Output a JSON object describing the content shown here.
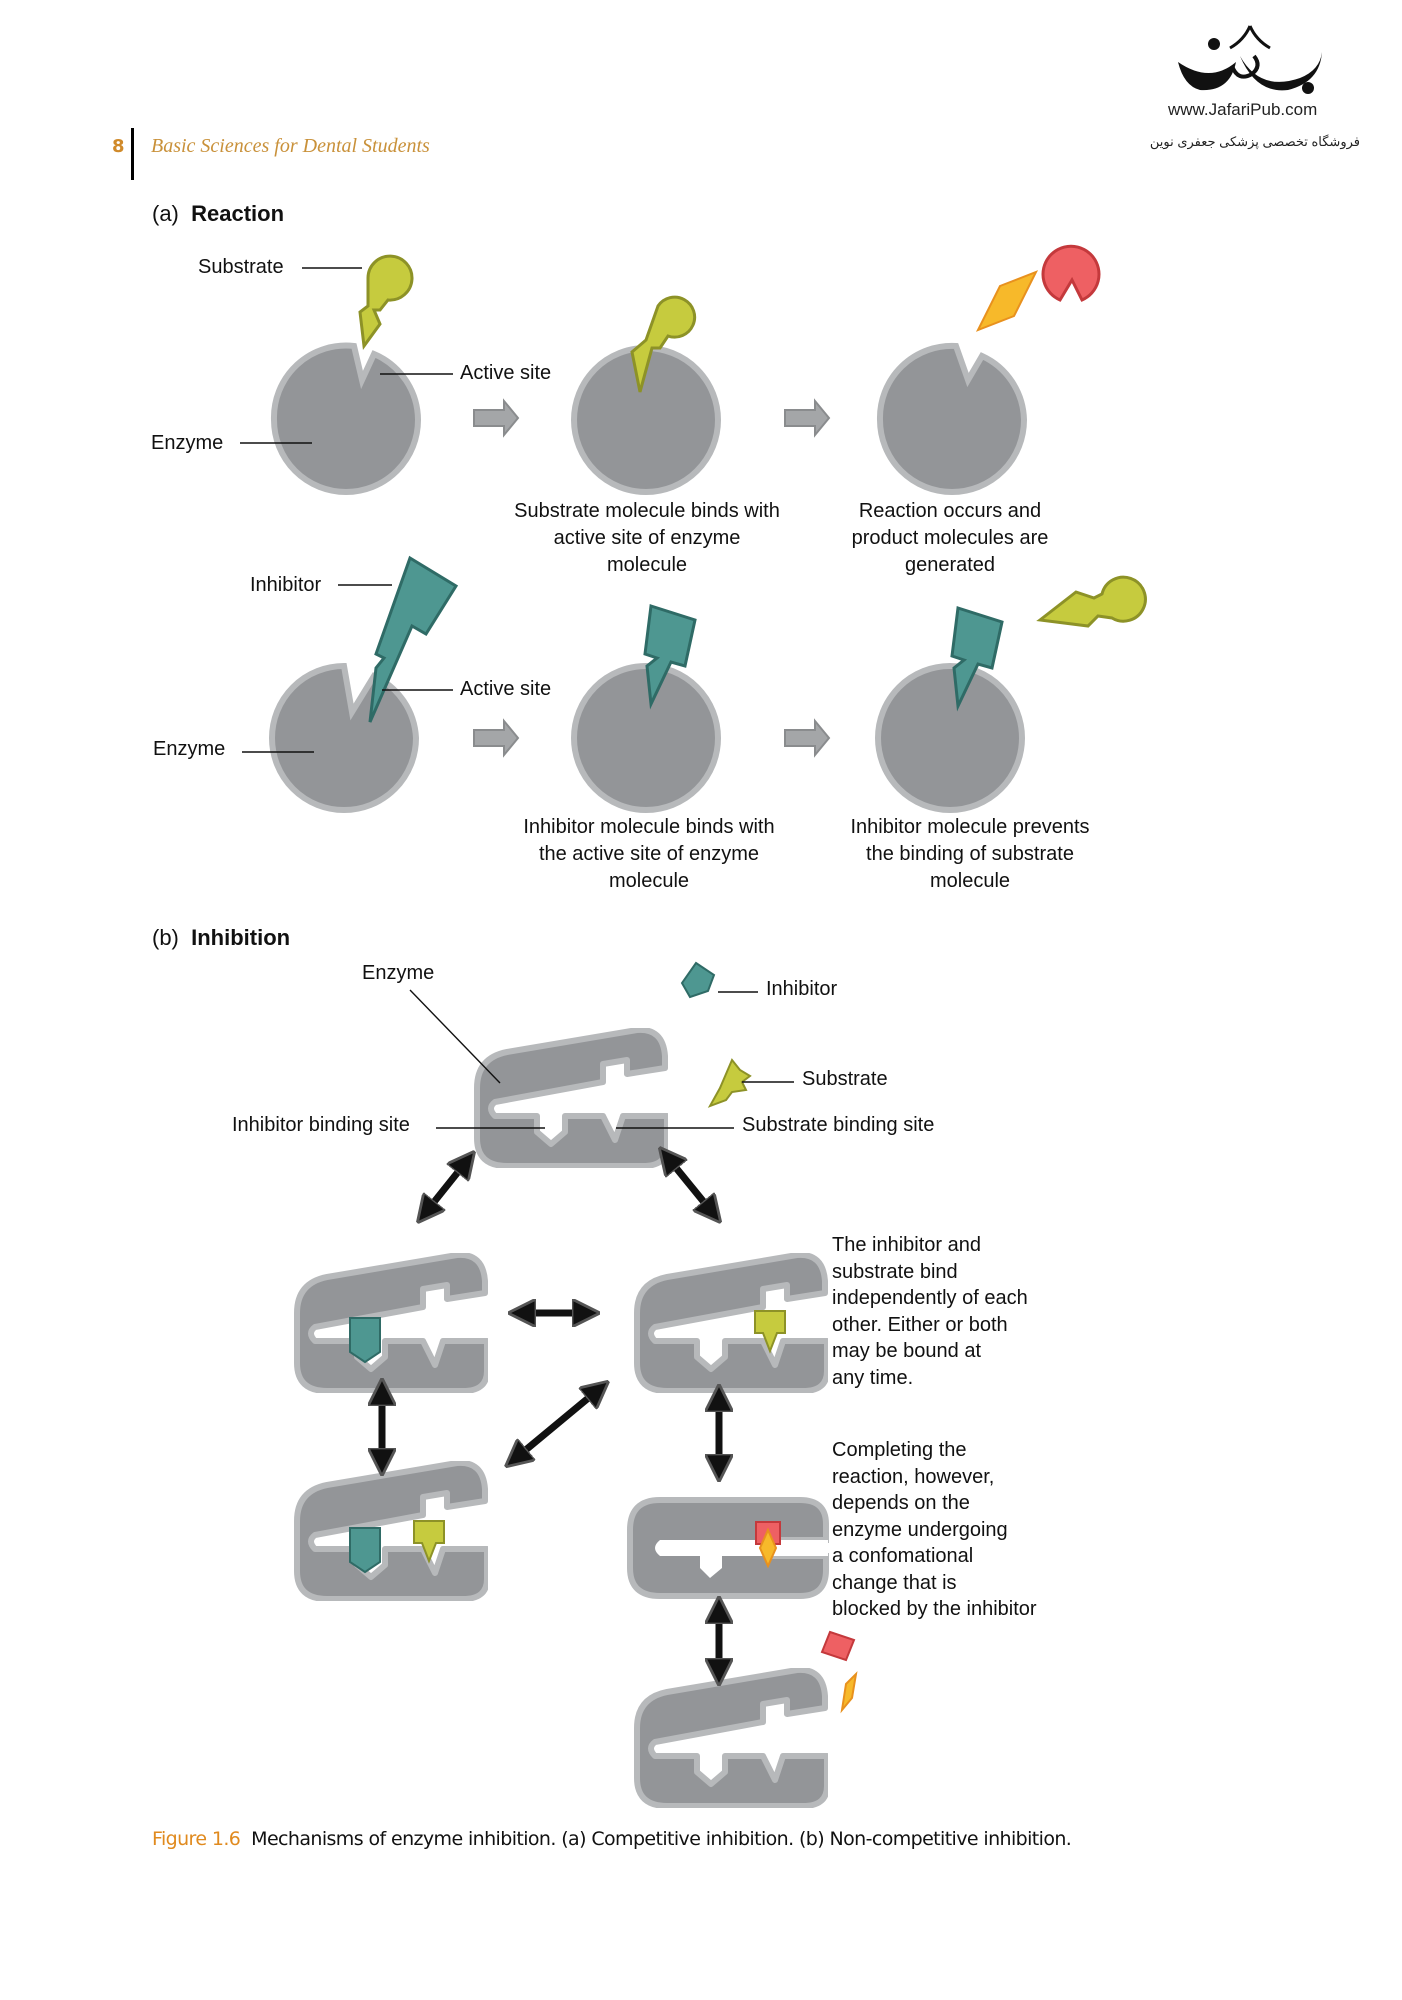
{
  "header": {
    "page_number": "8",
    "book_title": "Basic Sciences for Dental Students",
    "logo": {
      "icon": "jafaripub-calligraphy-logo-icon",
      "url_text": "www.JafariPub.com",
      "persian_text": "فروشگاه تخصصی پزشکی جعفری نوین"
    }
  },
  "part_a": {
    "letter": "(a)",
    "title": "Reaction",
    "row1": {
      "labels": {
        "substrate": "Substrate",
        "active_site": "Active site",
        "enzyme": "Enzyme"
      },
      "captions": [
        "Substrate molecule binds with active site of enzyme molecule",
        "Reaction occurs and product molecules are generated"
      ]
    },
    "row2": {
      "labels": {
        "inhibitor": "Inhibitor",
        "active_site": "Active site",
        "enzyme": "Enzyme"
      },
      "captions": [
        "Inhibitor molecule binds with the active site of enzyme molecule",
        "Inhibitor molecule prevents the binding of substrate molecule"
      ]
    }
  },
  "part_b": {
    "letter": "(b)",
    "title": "Inhibition",
    "labels": {
      "enzyme": "Enzyme",
      "inhibitor": "Inhibitor",
      "substrate": "Substrate",
      "inhibitor_binding_site": "Inhibitor binding site",
      "substrate_binding_site": "Substrate binding site"
    },
    "notes": [
      [
        "The inhibitor and",
        "substrate bind",
        "independently of each",
        "other. Either or both",
        "may be bound at",
        "any time."
      ],
      [
        "Completing the",
        "reaction, however,",
        "depends on the",
        "enzyme undergoing",
        "a confomational",
        "change that is",
        "blocked by the inhibitor"
      ]
    ]
  },
  "figure_caption": {
    "label": "Figure 1.6",
    "text": "Mechanisms of enzyme inhibition. (a) Competitive inhibition. (b) Non-competitive inhibition."
  },
  "colors": {
    "accent_orange": "#d08a2a",
    "enzyme_fill": "#939598",
    "enzyme_edge": "#b7b9bb",
    "substrate": "#c6cb3e",
    "inhibitor": "#4e9791",
    "product_red": "#ee6063",
    "product_orange": "#f7b92a"
  }
}
